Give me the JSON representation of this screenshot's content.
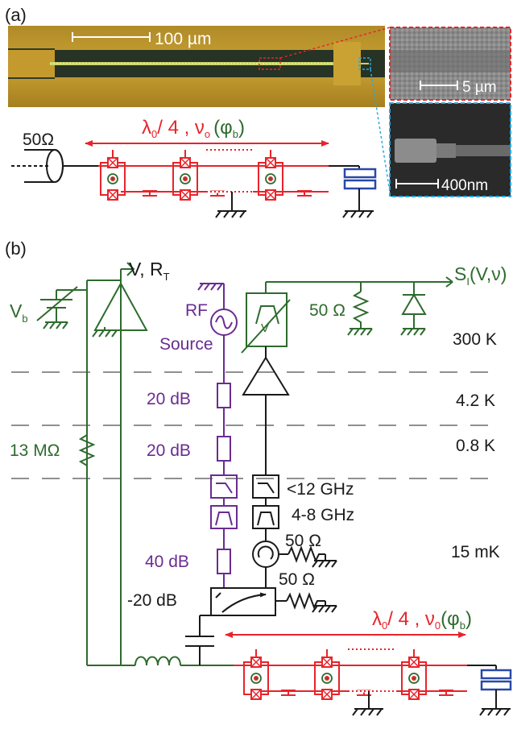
{
  "panel_a": {
    "label": "(a)",
    "scale_main": "100 µm",
    "scale_top": "5 µm",
    "scale_bottom": "400nm",
    "impedance": "50Ω",
    "res_lambda": "λ",
    "res_lambda_sub": "0",
    "res_div": "/ 4 , ",
    "res_nu": "ν",
    "res_nu_sub": "o",
    "res_phi": "(φ",
    "res_phi_sub": "b",
    "res_close": ")"
  },
  "panel_b": {
    "label": "(b)",
    "v_out": "V, R",
    "v_out_sub": "T",
    "si_main": "S",
    "si_sub": "I",
    "si_rest": "(V,ν)",
    "vb": "V",
    "vb_sub": "b",
    "rf_line1": "RF",
    "rf_line2": "Source",
    "v_in_box": "V",
    "r50_top": "50 Ω",
    "temp_300": "300 K",
    "temp_42": "4.2 K",
    "temp_08": "0.8 K",
    "temp_15": "15 mK",
    "att1": "20 dB",
    "att2": "20 dB",
    "att3": "40 dB",
    "r13": "13 MΩ",
    "lp": "<12 GHz",
    "bp": "4-8 GHz",
    "r50_circ": "50 Ω",
    "r50_coup": "50 Ω",
    "coupler": "-20 dB",
    "res_lambda": "λ",
    "res_lambda_sub": "0",
    "res_div": "/ 4 , ",
    "res_nu": "ν",
    "res_nu_sub": "0",
    "res_phi": "(φ",
    "res_phi_sub": "b",
    "res_close": ")"
  },
  "colors": {
    "green": "#2e6b2e",
    "red": "#e8242a",
    "purple": "#6a2c91",
    "blue": "#2948a8",
    "black": "#1a1a1a"
  }
}
